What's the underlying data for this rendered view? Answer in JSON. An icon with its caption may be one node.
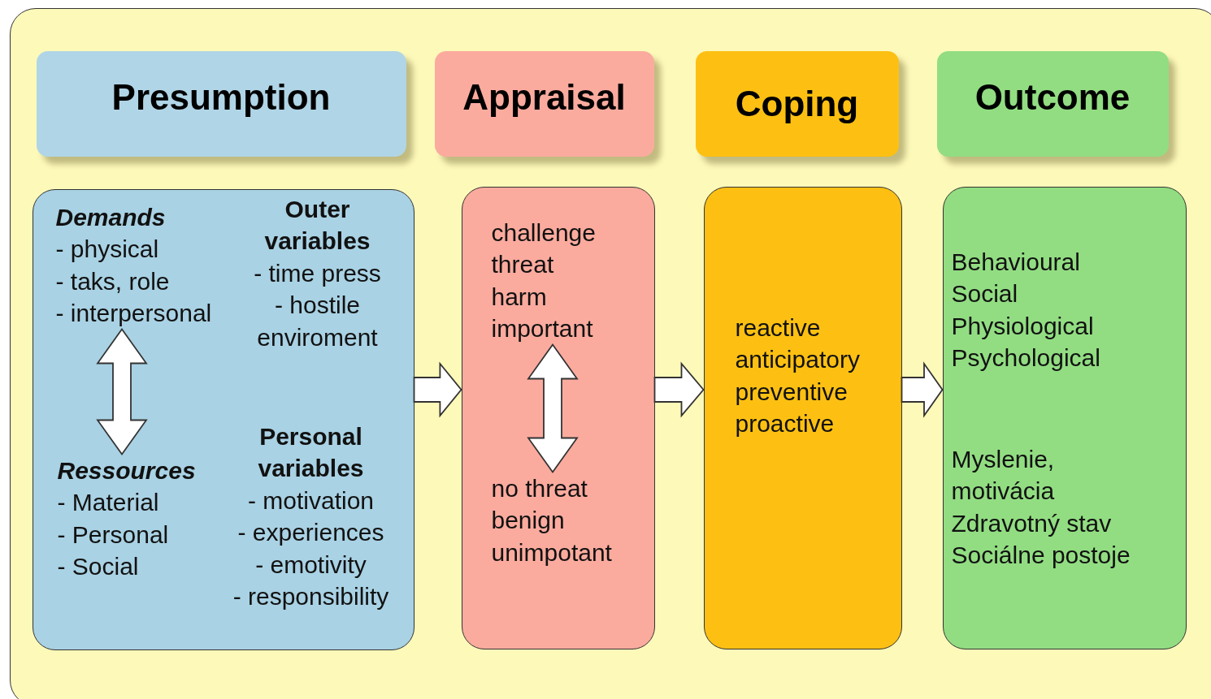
{
  "diagram": {
    "nodes": [
      {
        "text": [
          "Presumption"
        ]
      },
      {
        "text": [
          "Appraisal"
        ]
      },
      {
        "text": [
          "Coping"
        ]
      },
      {
        "text": [
          "Outcome"
        ]
      },
      {
        "text": [],
        "shape": "box"
      },
      {
        "text": [
          "Demands",
          "- physical",
          "- taks, role",
          "- interpersonal"
        ],
        "in": 4
      },
      {
        "text": [
          "Outer variables",
          "- time press",
          "- hostile",
          "enviroment"
        ],
        "in": 4
      },
      {
        "text": [
          "Ressources",
          "- Material",
          "- Personal",
          "- Social"
        ],
        "in": 4
      },
      {
        "text": [
          "Personal variables",
          "- motivation",
          "- experiences",
          "- emotivity",
          "- responsibility"
        ],
        "in": 4
      },
      {
        "text": [],
        "shape": "box"
      },
      {
        "text": [
          "challenge",
          "threat",
          "harm",
          "important"
        ],
        "in": 9
      },
      {
        "text": [
          "no threat",
          "benign",
          "unimpotant"
        ],
        "in": 9
      },
      {
        "text": [
          "reactive",
          "anticipatory",
          "preventive",
          "proactive"
        ]
      },
      {
        "text": [
          "Behavioural",
          "Social",
          "Physiological",
          "Psychological",
          "Myslenie,",
          "motivácia",
          "Zdravotný stav",
          "Sociálne postoje"
        ]
      }
    ],
    "edges": [
      {
        "from": 5,
        "to": 7,
        "arrow": "both"
      },
      {
        "from": 10,
        "to": 11,
        "arrow": "both"
      },
      {
        "from": 4,
        "to": 9,
        "arrow": "to"
      },
      {
        "from": 9,
        "to": 12,
        "arrow": "to"
      },
      {
        "from": 12,
        "to": 13,
        "arrow": "to"
      }
    ]
  }
}
